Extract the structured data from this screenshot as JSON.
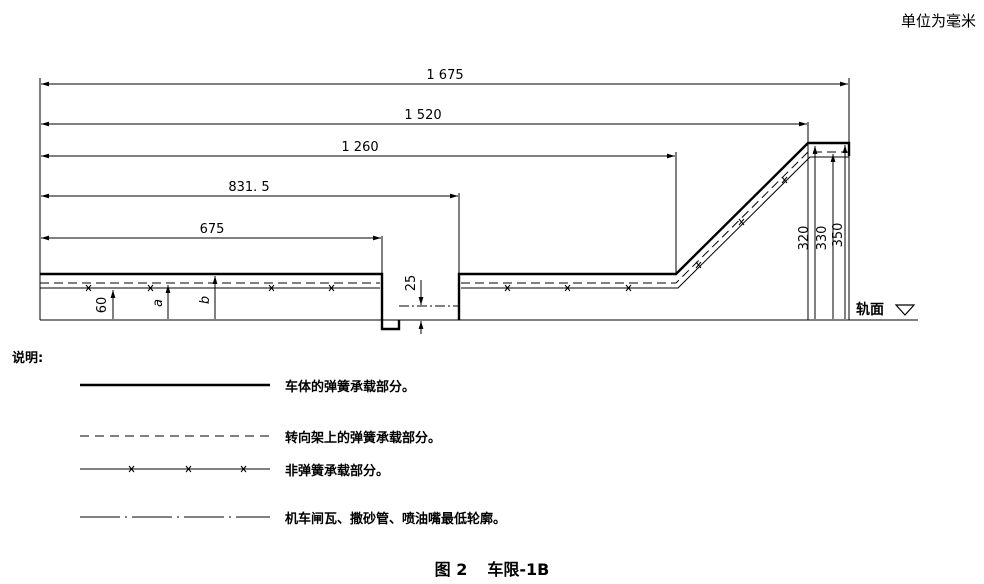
{
  "unit_note": "单位为毫米",
  "dimensions": {
    "d1675": "1 675",
    "d1520": "1 520",
    "d1260": "1 260",
    "d8315": "831. 5",
    "d675": "675",
    "d60": "60",
    "da": "a",
    "db": "b",
    "d25": "25",
    "d320": "320",
    "d330": "330",
    "d350": "350"
  },
  "rail_label": "轨面",
  "legend": {
    "title": "说明:",
    "items": [
      {
        "style": "solid-thick",
        "label": "车体的弹簧承载部分。"
      },
      {
        "style": "dashed",
        "label": "转向架上的弹簧承载部分。"
      },
      {
        "style": "line-x",
        "label": "非弹簧承载部分。"
      },
      {
        "style": "dash-dot",
        "label": "机车闸瓦、撒砂管、喷油嘴最低轮廓。"
      }
    ]
  },
  "caption": {
    "figure": "图 2",
    "title": "车限-1B"
  }
}
